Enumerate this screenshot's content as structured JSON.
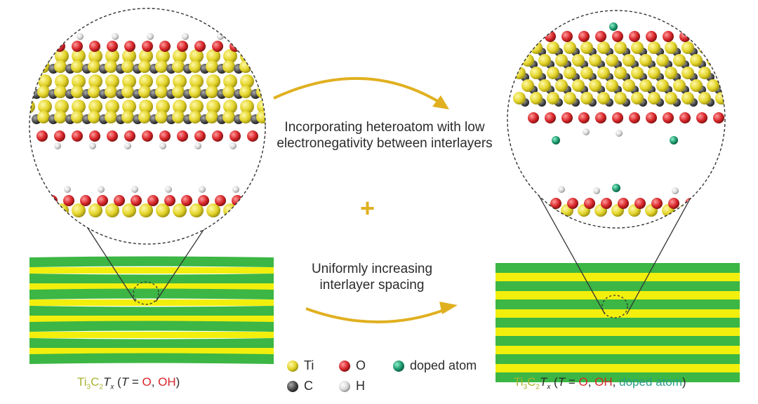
{
  "colors": {
    "ti": "#e3d42a",
    "c": "#4d4d4d",
    "o": "#d8262a",
    "h": "#d9d9d9",
    "doped": "#1e9a70",
    "arrow": "#e0b020",
    "band_green": "#3cb644",
    "band_yellow": "#f2ef0c",
    "caption_ti": "#a9b32e",
    "caption_red": "#d8262a",
    "caption_doped": "#2a9c86"
  },
  "annotations": {
    "top_arrow_text": [
      "Incorporating heteroatom with low",
      "electronegativity  between interlayers"
    ],
    "plus_sign": "+",
    "bottom_arrow_text": [
      "Uniformly increasing",
      "interlayer spacing"
    ]
  },
  "legend": {
    "items": [
      {
        "symbol": "Ti",
        "label": "Ti"
      },
      {
        "symbol": "O",
        "label": "O"
      },
      {
        "symbol": "doped",
        "label": "doped atom"
      },
      {
        "symbol": "C",
        "label": "C"
      },
      {
        "symbol": "H",
        "label": "H"
      }
    ]
  },
  "captions": {
    "left": {
      "ti": "Ti",
      "ti_sub": "3",
      "c": "C",
      "c_sub": "2",
      "t": "T",
      "x": "x",
      "open": " (",
      "t_eq": "T",
      "eq": " = ",
      "o": "O",
      "sep1": ", ",
      "oh": "OH",
      "close": ")"
    },
    "right": {
      "ti": "Ti",
      "ti_sub": "3",
      "c": "C",
      "c_sub": "2",
      "t": "T",
      "x": "x",
      "open": " (",
      "t_eq": "T",
      "eq": " = ",
      "o": "O",
      "sep1": ", ",
      "oh": "OH",
      "sep2": ", ",
      "doped": "doped atom",
      "close": ")"
    }
  }
}
